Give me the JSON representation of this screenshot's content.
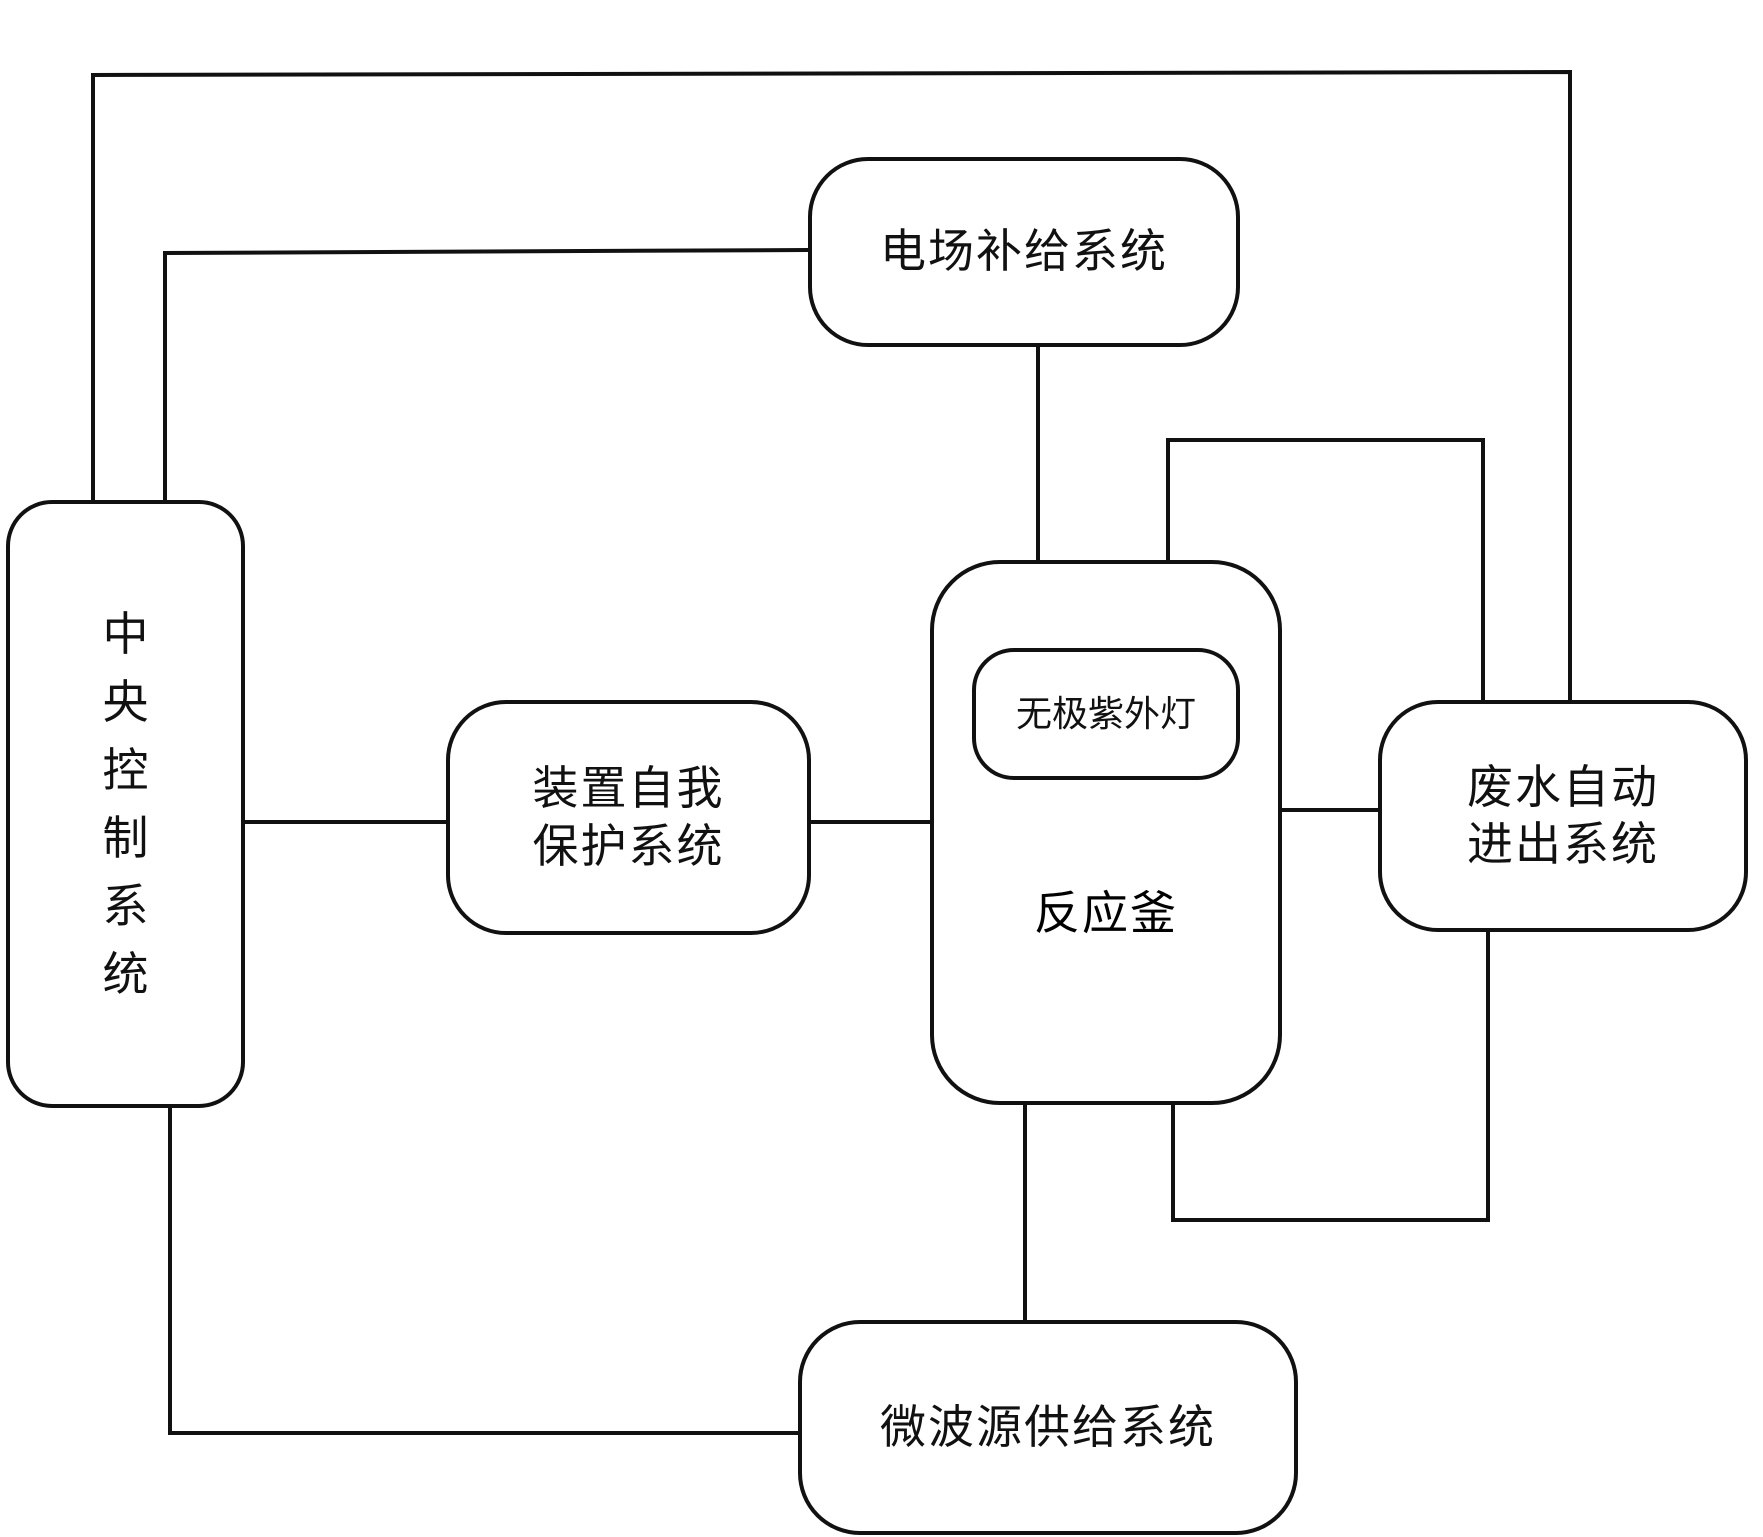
{
  "nodes": {
    "central_control": "中央控制系统",
    "field_supply": "电场补给系统",
    "self_protection_line1": "装置自我",
    "self_protection_line2": "保护系统",
    "reactor": "反应釜",
    "uv_lamp": "无极紫外灯",
    "wastewater_line1": "废水自动",
    "wastewater_line2": "进出系统",
    "microwave_supply": "微波源供给系统"
  }
}
